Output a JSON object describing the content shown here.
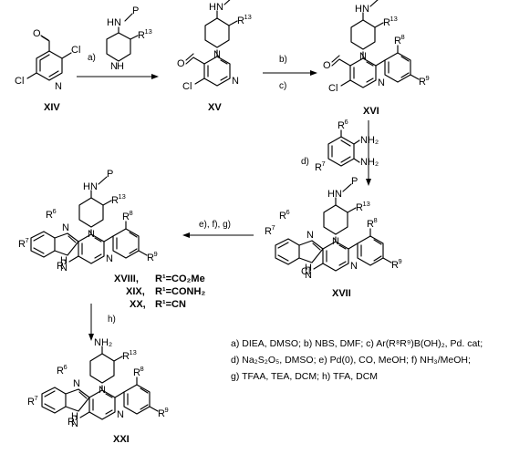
{
  "compounds": {
    "xiv": "XIV",
    "xv": "XV",
    "xvi": "XVI",
    "xvii": "XVII",
    "xxi": "XXI",
    "xviii": "XVIII,",
    "xix": "XIX,",
    "xx": "XX,"
  },
  "variants": {
    "xviii": "R¹=CO₂Me",
    "xix": "R¹=CONH₂",
    "xx": "R¹=CN"
  },
  "steps": {
    "a": "a)",
    "b": "b)",
    "c": "c)",
    "d": "d)",
    "efg": "e), f), g)",
    "h": "h)"
  },
  "atoms": {
    "cl": "Cl",
    "o": "O",
    "n": "N",
    "hn": "HN",
    "h": "H",
    "p": "P",
    "nh": "NH",
    "nh2": "NH₂",
    "r": "R"
  },
  "superscripts": {
    "r1": "1",
    "r6": "6",
    "r7": "7",
    "r8": "8",
    "r9": "9",
    "r13": "13"
  },
  "conditions": [
    "a) DIEA, DMSO; b) NBS, DMF; c) Ar(R⁸R⁹)B(OH)₂, Pd. cat;",
    "d) Na₂S₂O₅, DMSO; e) Pd(0), CO, MeOH; f) NH₃/MeOH;",
    "g) TFAA, TEA, DCM; h) TFA, DCM"
  ]
}
